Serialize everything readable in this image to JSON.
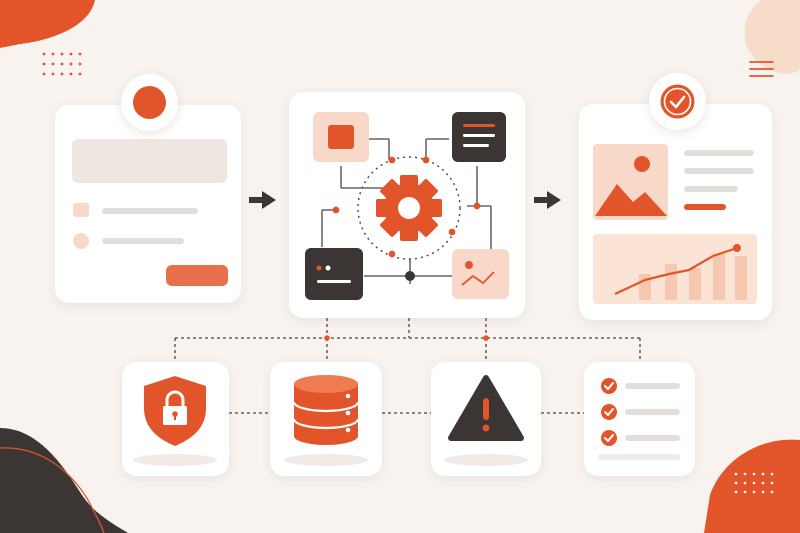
{
  "colors": {
    "accent": "#e2552b",
    "accent_light": "#f8d8c9",
    "dark": "#3b3533",
    "background": "#f8f3ef",
    "card": "#ffffff",
    "placeholder": "#e7e2df",
    "connector": "#4a4442"
  },
  "diagram": {
    "flow": [
      "form-card",
      "processing-card",
      "dashboard-card"
    ],
    "branches": [
      "security-card",
      "database-card",
      "warning-card",
      "checklist-card"
    ],
    "icons": {
      "form": "status-dot-icon",
      "processing_center": "gear-icon",
      "processing_nodes": [
        "square-node-icon",
        "document-node-icon",
        "terminal-node-icon",
        "image-node-icon"
      ],
      "dashboard": "check-icon",
      "security": "shield-lock-icon",
      "database": "database-icon",
      "warning": "warning-triangle-icon",
      "checklist": "checklist-icon",
      "menu": "hamburger-menu-icon"
    }
  }
}
